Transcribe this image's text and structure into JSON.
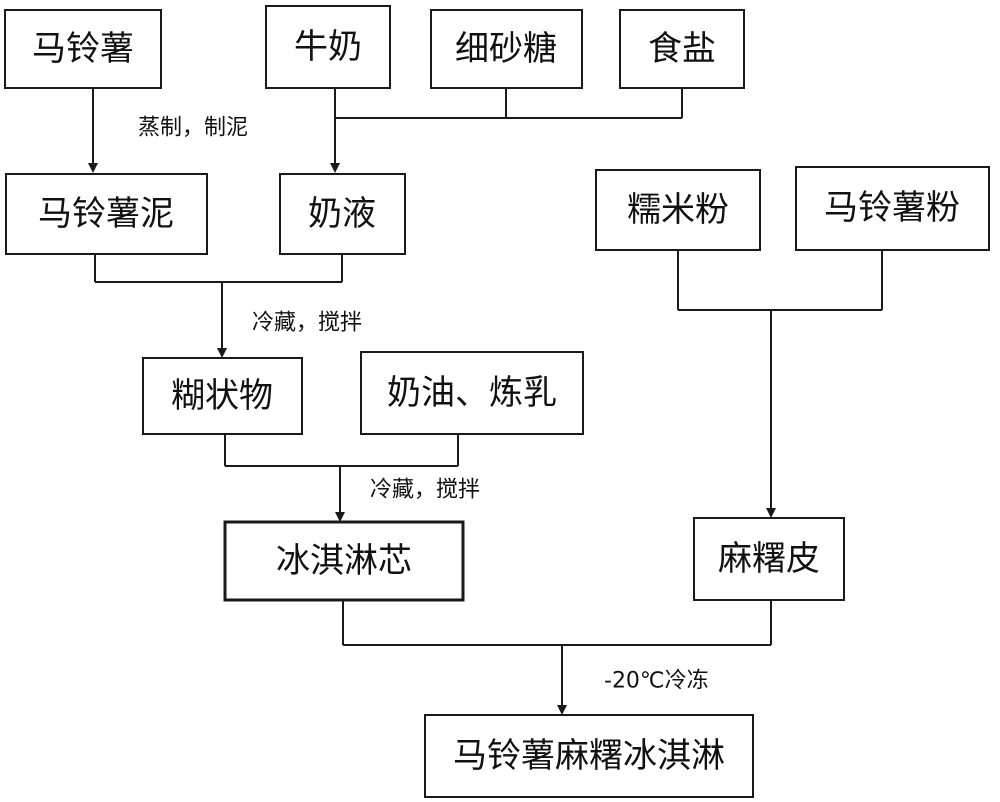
{
  "nodes": {
    "potato": "马铃薯",
    "milk": "牛奶",
    "fine_sugar": "细砂糖",
    "salt": "食盐",
    "potato_mash": "马铃薯泥",
    "milk_liquid": "奶液",
    "glutinous_rice_flour": "糯米粉",
    "potato_flour": "马铃薯粉",
    "paste": "糊状物",
    "cream_condensed_milk": "奶油、炼乳",
    "ice_cream_core": "冰淇淋芯",
    "mochi_skin": "麻糬皮",
    "final_product": "马铃薯麻糬冰淇淋"
  },
  "steps": {
    "steam_mash": "蒸制，制泥",
    "refrigerate_stir_1": "冷藏，搅拌",
    "refrigerate_stir_2": "冷藏，搅拌",
    "freeze": "-20℃冷冻"
  }
}
